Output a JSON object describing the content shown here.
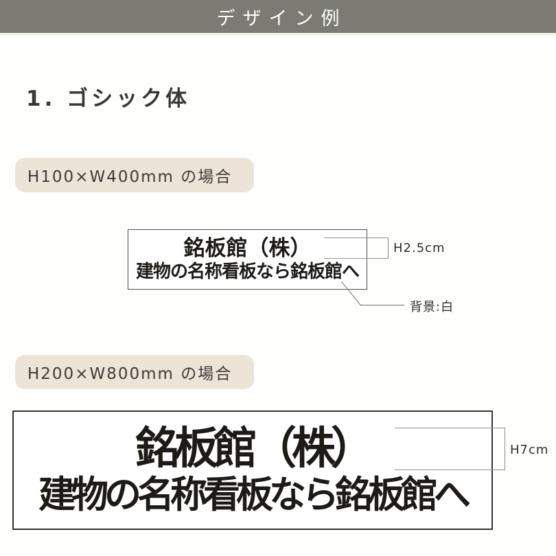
{
  "header": {
    "title": "デザイン例"
  },
  "section": {
    "heading": "1. ゴシック体"
  },
  "examples": [
    {
      "size_label": "H100×W400mm の場合",
      "sign": {
        "line1": "銘板館（株）",
        "line2": "建物の名称看板なら銘板館へ"
      },
      "height_label": "H2.5cm",
      "background_label": "背景:白"
    },
    {
      "size_label": "H200×W800mm の場合",
      "sign": {
        "line1": "銘板館（株）",
        "line2": "建物の名称看板なら銘板館へ"
      },
      "height_label": "H7cm"
    }
  ],
  "colors": {
    "header_bg": "#7b7b74",
    "header_text": "#fdfdfb",
    "pill_bg": "#ede4d8",
    "sign_text": "#1e1a16",
    "sign_background": "#ffffff",
    "dimension_line": "#8f8f8c",
    "annotation_text": "#2e2e2c"
  }
}
